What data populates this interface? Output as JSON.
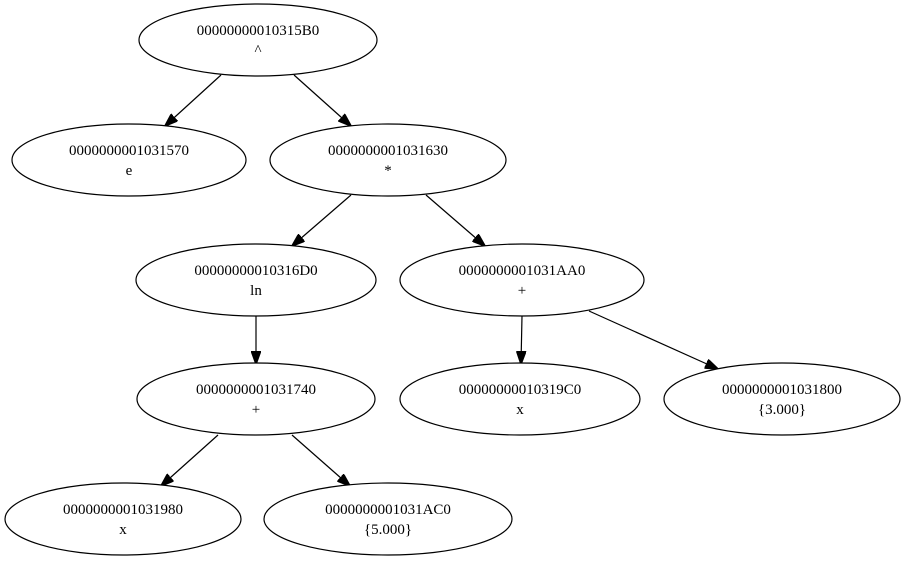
{
  "diagram": {
    "nodes": [
      {
        "id": "n0",
        "address": "00000000010315B0",
        "label": "^"
      },
      {
        "id": "n1",
        "address": "0000000001031570",
        "label": "e"
      },
      {
        "id": "n2",
        "address": "0000000001031630",
        "label": "*"
      },
      {
        "id": "n3",
        "address": "00000000010316D0",
        "label": "ln"
      },
      {
        "id": "n4",
        "address": "0000000001031AA0",
        "label": "+"
      },
      {
        "id": "n5",
        "address": "0000000001031740",
        "label": "+"
      },
      {
        "id": "n6",
        "address": "00000000010319C0",
        "label": "x"
      },
      {
        "id": "n7",
        "address": "0000000001031800",
        "label": "{3.000}"
      },
      {
        "id": "n8",
        "address": "0000000001031980",
        "label": "x"
      },
      {
        "id": "n9",
        "address": "0000000001031AC0",
        "label": "{5.000}"
      }
    ],
    "edges": [
      {
        "from": "n0",
        "to": "n1"
      },
      {
        "from": "n0",
        "to": "n2"
      },
      {
        "from": "n2",
        "to": "n3"
      },
      {
        "from": "n2",
        "to": "n4"
      },
      {
        "from": "n3",
        "to": "n5"
      },
      {
        "from": "n4",
        "to": "n6"
      },
      {
        "from": "n4",
        "to": "n7"
      },
      {
        "from": "n5",
        "to": "n8"
      },
      {
        "from": "n5",
        "to": "n9"
      }
    ]
  }
}
